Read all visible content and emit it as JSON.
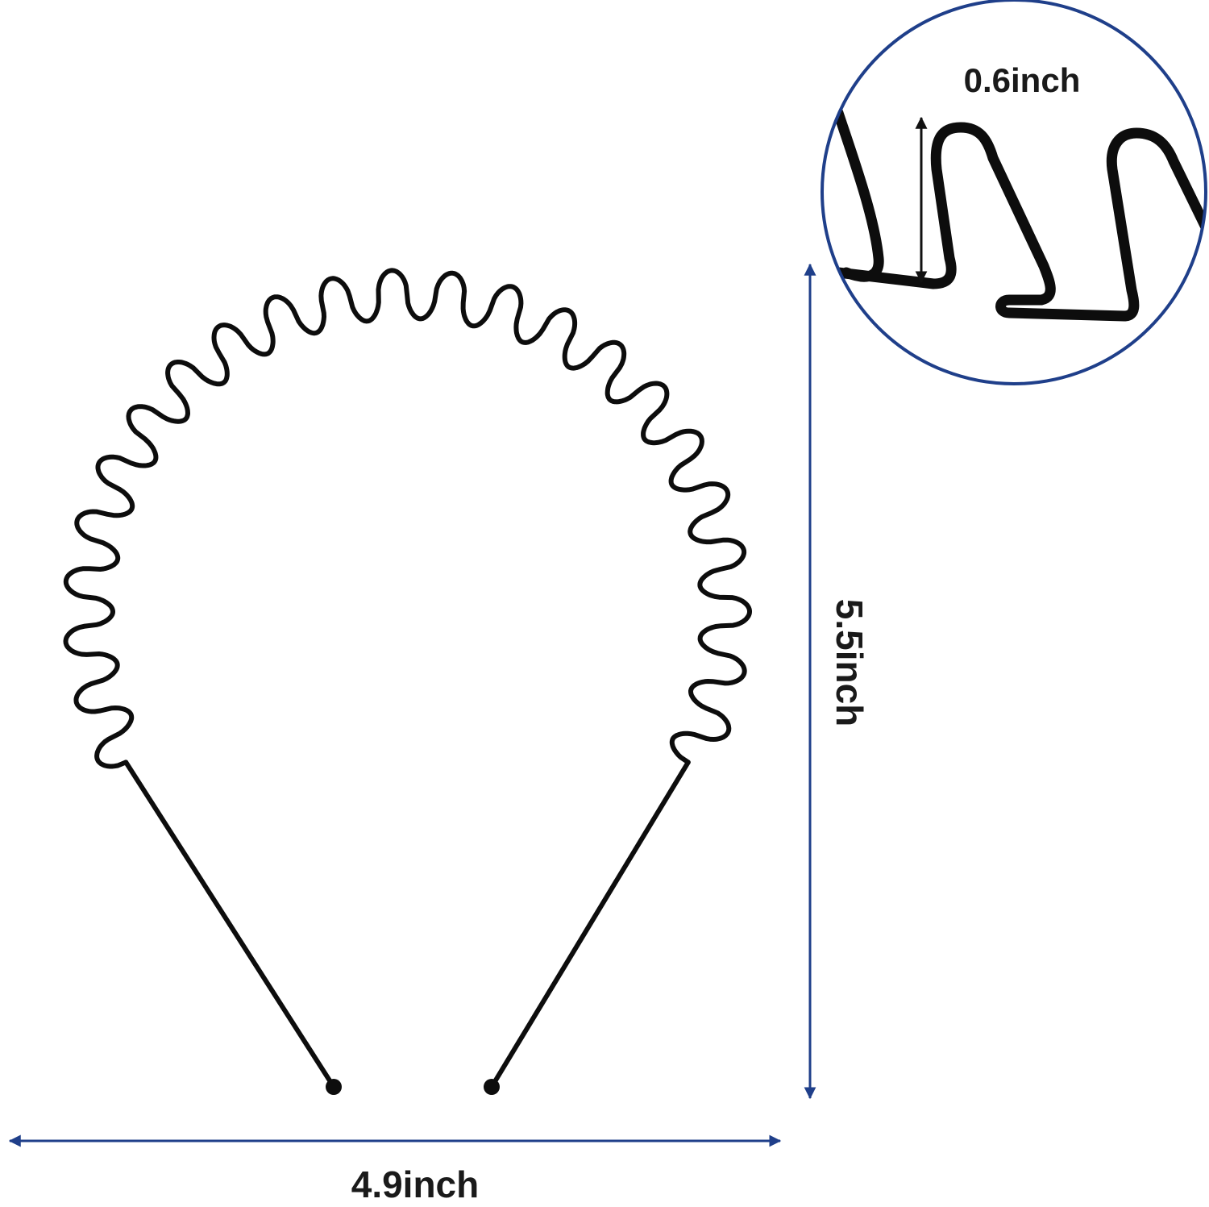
{
  "dimensions": {
    "width_label": "4.9inch",
    "height_label": "5.5inch",
    "tooth_label": "0.6inch"
  },
  "colors": {
    "wire": "#0d0d0d",
    "dimension_arrow": "#1f3f8a",
    "inset_ring": "#1f3f8a",
    "label_text": "#1a1a1a",
    "background": "#ffffff"
  },
  "headband": {
    "teeth_count": 23
  }
}
